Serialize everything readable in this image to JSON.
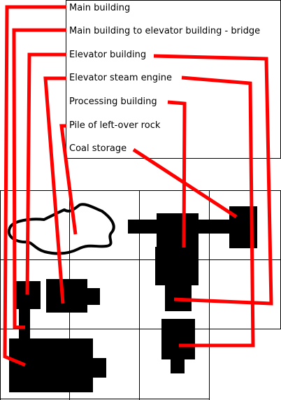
{
  "legend": {
    "items": [
      {
        "label": "Main building"
      },
      {
        "label": "Main building to elevator building - bridge"
      },
      {
        "label": "Elevator building"
      },
      {
        "label": "Elevator steam engine"
      },
      {
        "label": "Processing building"
      },
      {
        "label": "Pile of left-over rock"
      },
      {
        "label": "Coal storage"
      }
    ]
  },
  "colors": {
    "leader_line": "#ff0000",
    "building_fill": "#000000",
    "grid_line": "#000000",
    "background": "#ffffff"
  }
}
